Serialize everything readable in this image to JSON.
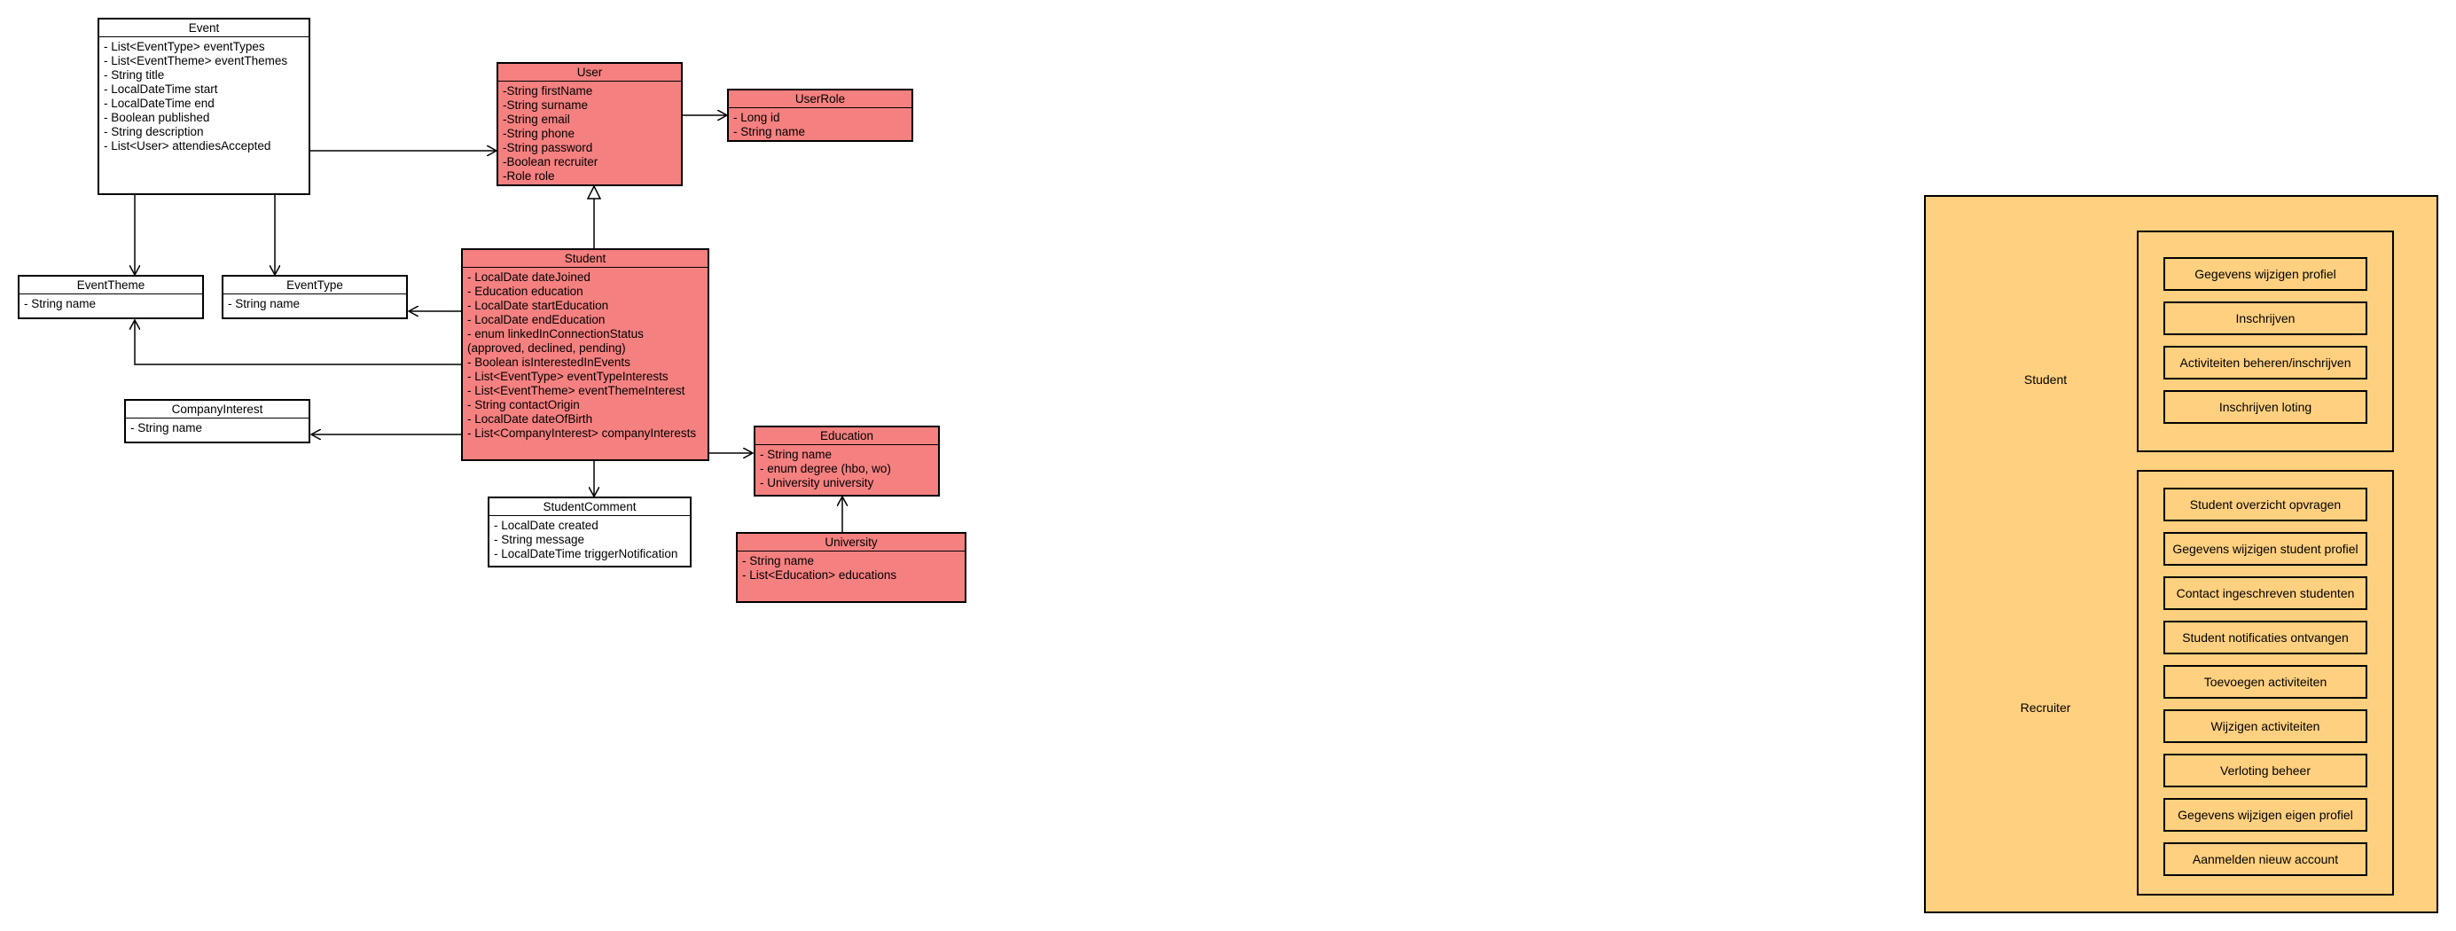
{
  "classes": {
    "event": {
      "title": "Event",
      "fields": [
        "- List<EventType> eventTypes",
        "- List<EventTheme> eventThemes",
        "- String title",
        "- LocalDateTime start",
        "- LocalDateTime end",
        "- Boolean published",
        "- String description",
        "- List<User> attendiesAccepted"
      ]
    },
    "user": {
      "title": "User",
      "fields": [
        "-String firstName",
        "-String surname",
        "-String email",
        "-String phone",
        "-String password",
        "-Boolean recruiter",
        "-Role role"
      ]
    },
    "userrole": {
      "title": "UserRole",
      "fields": [
        "- Long id",
        "- String name"
      ]
    },
    "eventtheme": {
      "title": "EventTheme",
      "fields": [
        "- String name"
      ]
    },
    "eventtype": {
      "title": "EventType",
      "fields": [
        "- String name"
      ]
    },
    "student": {
      "title": "Student",
      "fields": [
        "- LocalDate dateJoined",
        "- Education education",
        "- LocalDate startEducation",
        "- LocalDate endEducation",
        "- enum linkedInConnectionStatus",
        "(approved, declined, pending)",
        "- Boolean isInterestedInEvents",
        "- List<EventType> eventTypeInterests",
        "- List<EventTheme> eventThemeInterest",
        "- String contactOrigin",
        "- LocalDate dateOfBirth",
        "- List<CompanyInterest> companyInterests"
      ]
    },
    "companyinterest": {
      "title": "CompanyInterest",
      "fields": [
        "- String name"
      ]
    },
    "education": {
      "title": "Education",
      "fields": [
        "- String name",
        "- enum degree (hbo, wo)",
        "- University university"
      ]
    },
    "studentcomment": {
      "title": "StudentComment",
      "fields": [
        "- LocalDate created",
        "- String message",
        "- LocalDateTime triggerNotification"
      ]
    },
    "university": {
      "title": "University",
      "fields": [
        "- String name",
        "- List<Education> educations"
      ]
    }
  },
  "usecase": {
    "actors": {
      "student": "Student",
      "recruiter": "Recruiter"
    },
    "student_cases": [
      "Gegevens wijzigen profiel",
      "Inschrijven",
      "Activiteiten beheren/inschrijven",
      "Inschrijven loting"
    ],
    "recruiter_cases": [
      "Student overzicht opvragen",
      "Gegevens wijzigen student profiel",
      "Contact ingeschreven studenten",
      "Student notificaties ontvangen",
      "Toevoegen activiteiten",
      "Wijzigen activiteiten",
      "Verloting beheer",
      "Gegevens wijzigen eigen profiel",
      "Aanmelden nieuw account"
    ]
  },
  "colors": {
    "entity_fill": "#f58080",
    "usecase_fill": "#ffd07f",
    "line": "#000000"
  }
}
